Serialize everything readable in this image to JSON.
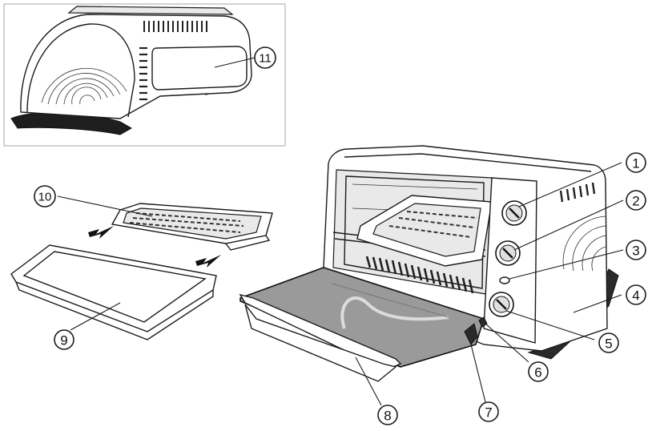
{
  "callouts": [
    {
      "id": "1",
      "label": "1"
    },
    {
      "id": "2",
      "label": "2"
    },
    {
      "id": "3",
      "label": "3"
    },
    {
      "id": "4",
      "label": "4"
    },
    {
      "id": "5",
      "label": "5"
    },
    {
      "id": "6",
      "label": "6"
    },
    {
      "id": "7",
      "label": "7"
    },
    {
      "id": "8",
      "label": "8"
    },
    {
      "id": "9",
      "label": "9"
    },
    {
      "id": "10",
      "label": "10"
    },
    {
      "id": "11",
      "label": "11"
    }
  ],
  "colors": {
    "ink": "#1a1a1a",
    "door_glass": "#9a9a9a",
    "door_reflection": "#dcdcdc",
    "feet": "#2a2a2a",
    "inset_border": "#b5b5b5"
  }
}
